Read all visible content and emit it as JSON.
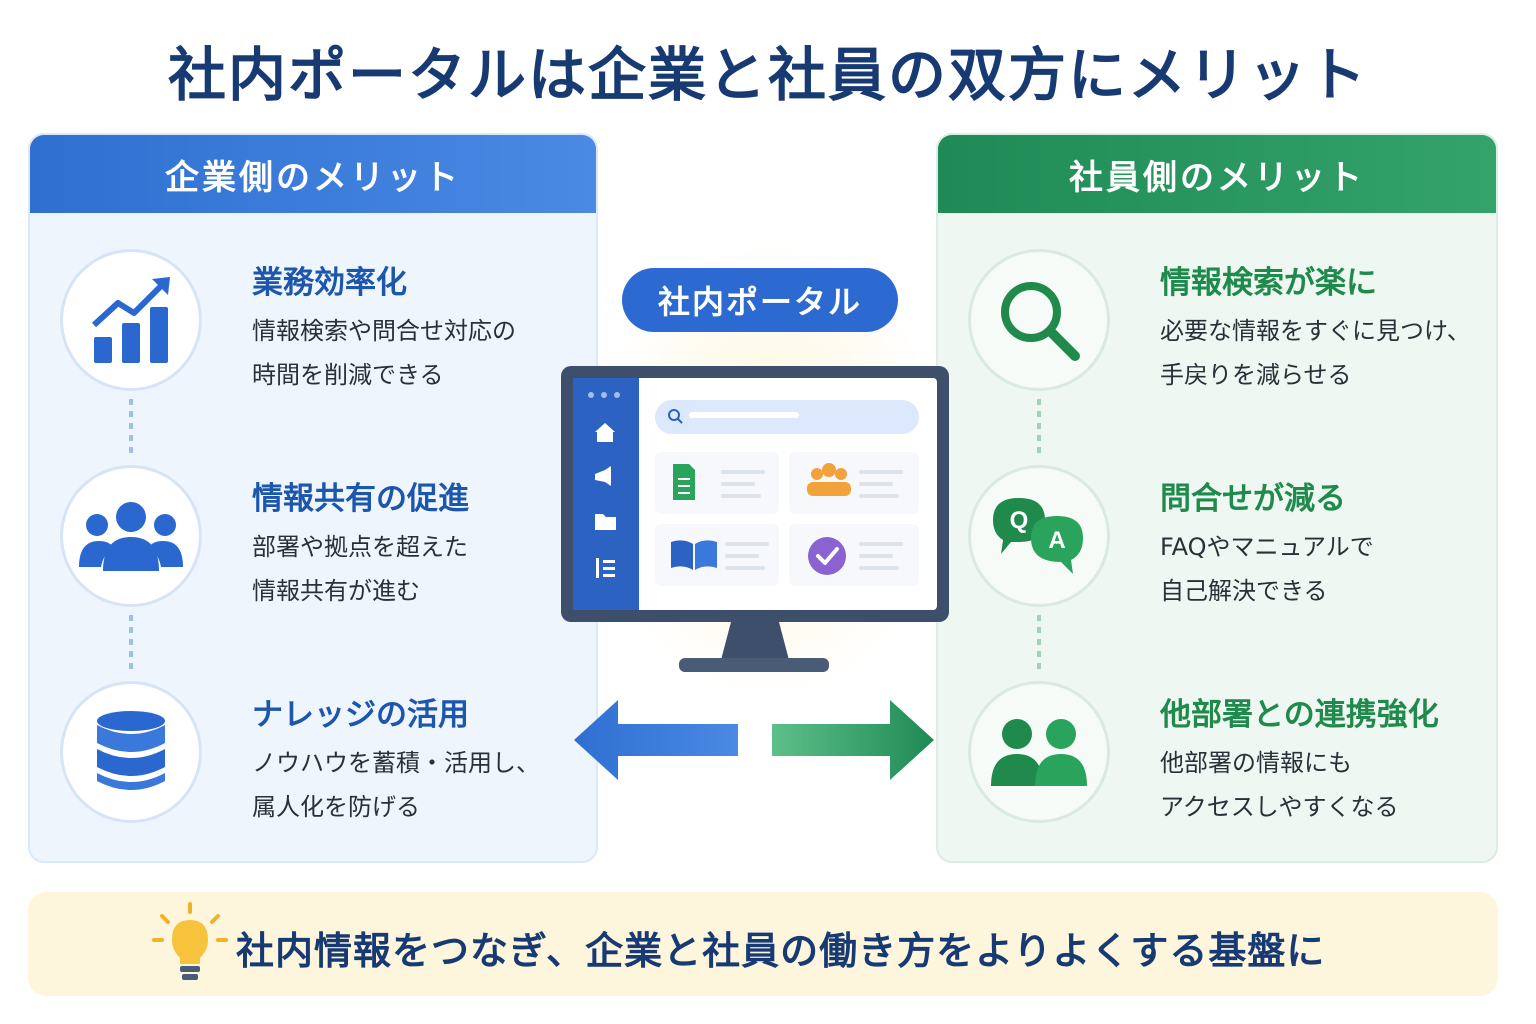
{
  "title": "社内ポータルは企業と社員の双方にメリット",
  "left_panel": {
    "header": "企業側のメリット",
    "items": [
      {
        "icon": "rising-chart-icon",
        "title": "業務効率化",
        "line1": "情報検索や問合せ対応の",
        "line2": "時間を削減できる"
      },
      {
        "icon": "people-group-icon",
        "title": "情報共有の促進",
        "line1": "部署や拠点を超えた",
        "line2": "情報共有が進む"
      },
      {
        "icon": "database-icon",
        "title": "ナレッジの活用",
        "line1": "ノウハウを蓄積・活用し、",
        "line2": "属人化を防げる"
      }
    ]
  },
  "right_panel": {
    "header": "社員側のメリット",
    "items": [
      {
        "icon": "magnifier-icon",
        "title": "情報検索が楽に",
        "line1": "必要な情報をすぐに見つけ、",
        "line2": "手戻りを減らせる"
      },
      {
        "icon": "qa-bubbles-icon",
        "title": "問合せが減る",
        "line1": "FAQやマニュアルで",
        "line2": "自己解決できる",
        "q": "Q",
        "a": "A"
      },
      {
        "icon": "two-people-icon",
        "title": "他部署との連携強化",
        "line1": "他部署の情報にも",
        "line2": "アクセスしやすくなる"
      }
    ]
  },
  "center": {
    "label": "社内ポータル"
  },
  "footer": {
    "text": "社内情報をつなぎ、企業と社員の働き方をよりよくする基盤に"
  },
  "colors": {
    "navy": "#173a73",
    "blue": "#2c6ad1",
    "green": "#1f8a4c",
    "cream": "#fdf5dc"
  }
}
